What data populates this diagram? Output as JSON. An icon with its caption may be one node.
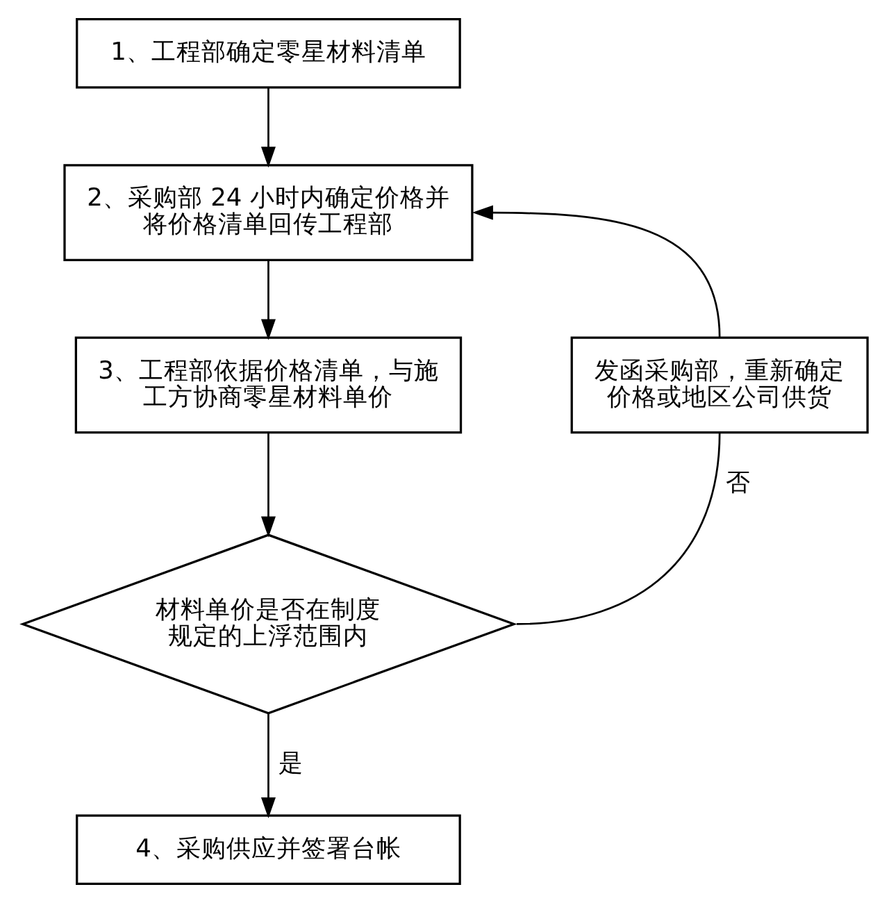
{
  "diagram": {
    "nodes": [
      {
        "text": [
          "1、工程部确定零星材料清单"
        ]
      },
      {
        "text": [
          "2、采购部 24 小时内确定价格并将价格清单回传工程部"
        ]
      },
      {
        "text": [
          "3、工程部依据价格清单，与施工方协商零星材料单价"
        ]
      },
      {
        "text": [
          "材料单价是否在制度规定的上浮范围内"
        ]
      },
      {
        "text": [
          "4、采购供应并签署台帐"
        ]
      },
      {
        "text": [
          "发函采购部，重新确定价格或地区公司供货"
        ]
      }
    ],
    "edges": [
      {
        "from": 0,
        "to": 1,
        "arrow": "to"
      },
      {
        "from": 1,
        "to": 2,
        "arrow": "to"
      },
      {
        "from": 2,
        "to": 3,
        "arrow": "to"
      },
      {
        "from": 3,
        "to": 4,
        "arrow": "to",
        "label": "是"
      },
      {
        "from": 3,
        "to": 5,
        "arrow": "none",
        "label": "否"
      },
      {
        "from": 5,
        "to": 1,
        "arrow": "to"
      }
    ]
  }
}
